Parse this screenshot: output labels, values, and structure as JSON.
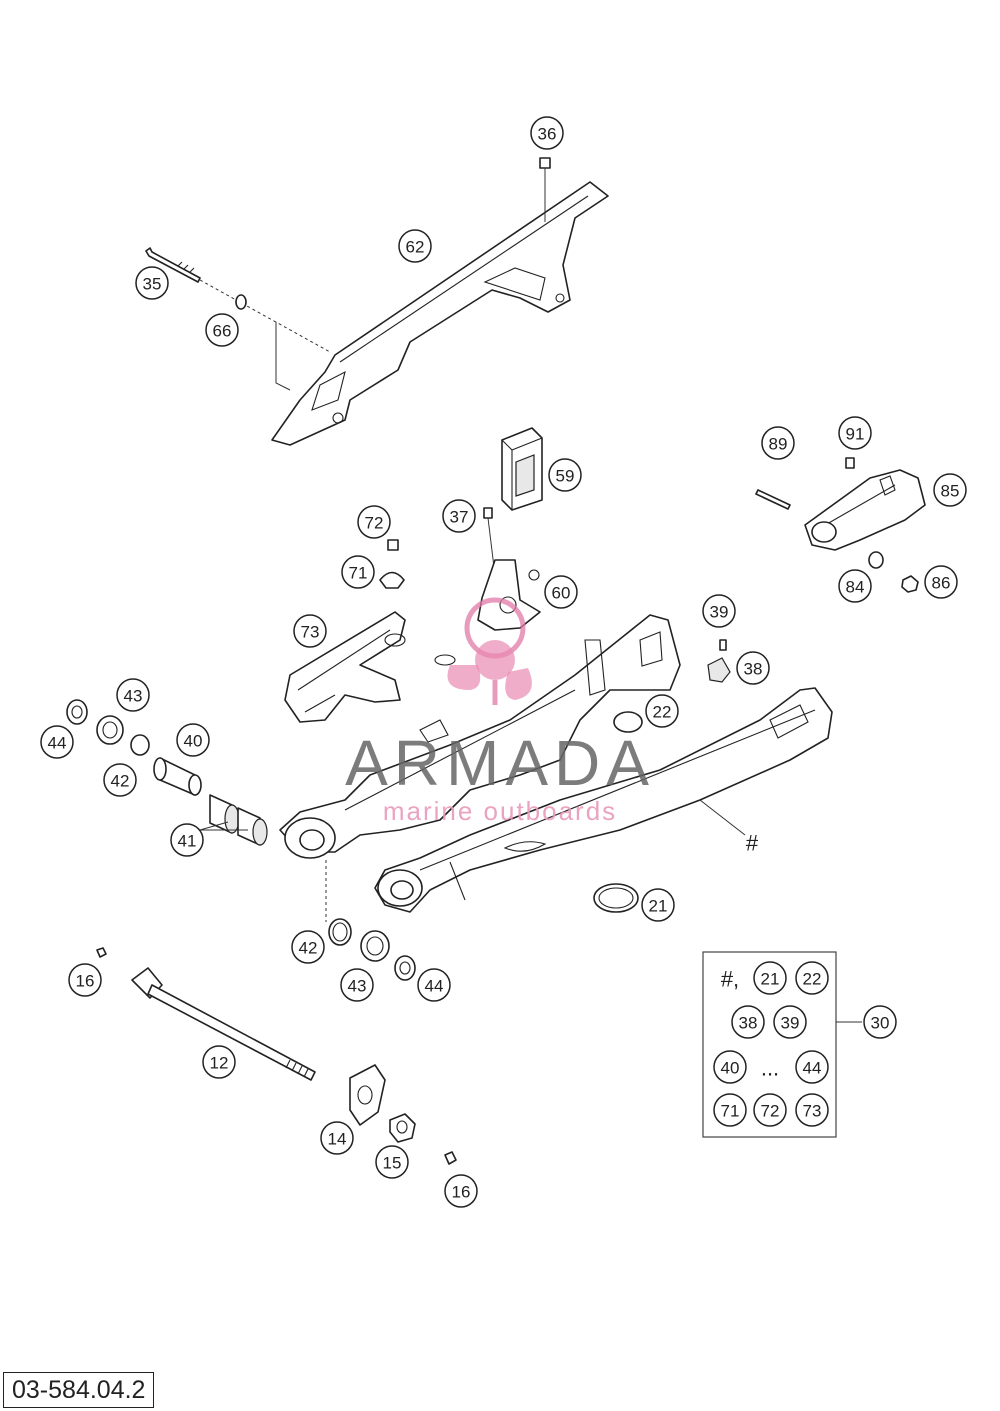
{
  "diagram": {
    "code": "03-584.04.2",
    "hash_label": "#",
    "kit": {
      "label": "30",
      "rows": [
        [
          "#,",
          "21",
          "22"
        ],
        [
          "38",
          "39"
        ],
        [
          "40",
          "...",
          "44"
        ],
        [
          "71",
          "72",
          "73"
        ]
      ]
    },
    "callouts": [
      "36",
      "62",
      "35",
      "66",
      "59",
      "91",
      "89",
      "85",
      "72",
      "37",
      "71",
      "60",
      "84",
      "86",
      "73",
      "39",
      "38",
      "43",
      "44",
      "40",
      "42",
      "22",
      "41",
      "21",
      "42",
      "43",
      "44",
      "16",
      "12",
      "14",
      "15",
      "16"
    ]
  },
  "watermark": {
    "brand": "ARMADA",
    "tagline": "marine outboards"
  }
}
